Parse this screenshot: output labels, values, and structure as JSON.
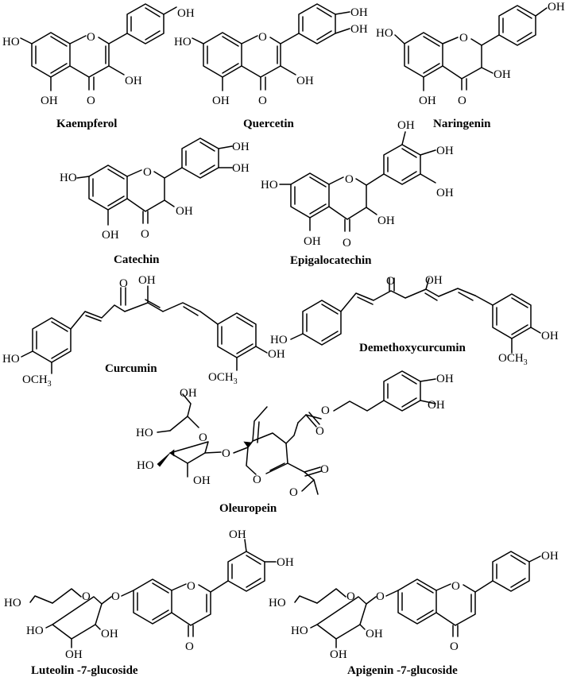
{
  "compounds": [
    {
      "name": "Kaempferol"
    },
    {
      "name": "Quercetin"
    },
    {
      "name": "Naringenin"
    },
    {
      "name": "Catechin"
    },
    {
      "name": "Epigalocatechin"
    },
    {
      "name": "Curcumin"
    },
    {
      "name": "Demethoxycurcumin"
    },
    {
      "name": "Oleuropein"
    },
    {
      "name": "Luteolin -7-glucoside"
    },
    {
      "name": "Apigenin -7-glucoside"
    }
  ],
  "labels": {
    "oh": "OH",
    "ho": "HO",
    "o": "O",
    "och": "OCH",
    "sub3": "3"
  }
}
